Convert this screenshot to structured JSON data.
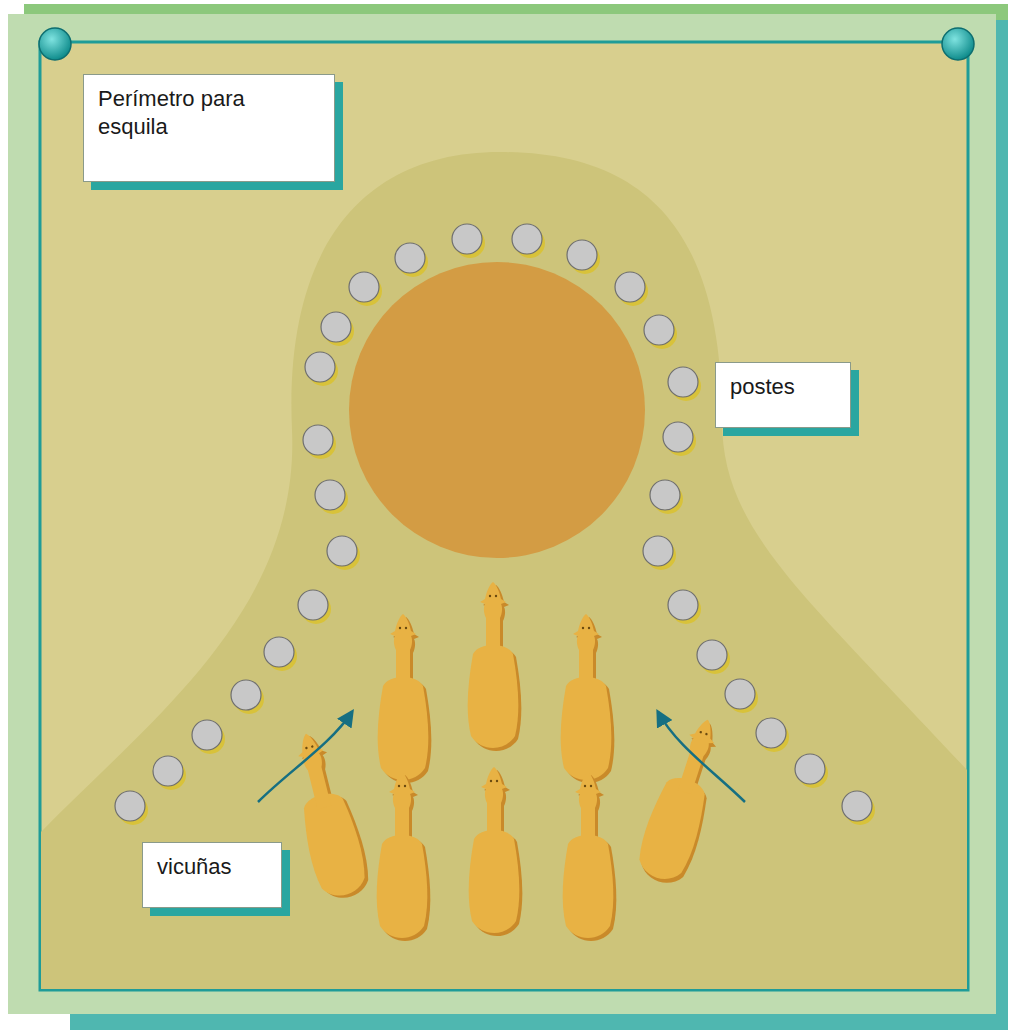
{
  "diagram": {
    "nodes": [
      {
        "text": [
          "Perímetro para esquila"
        ]
      },
      {
        "text": [
          "postes"
        ]
      },
      {
        "text": [
          "vicuñas"
        ]
      }
    ]
  }
}
